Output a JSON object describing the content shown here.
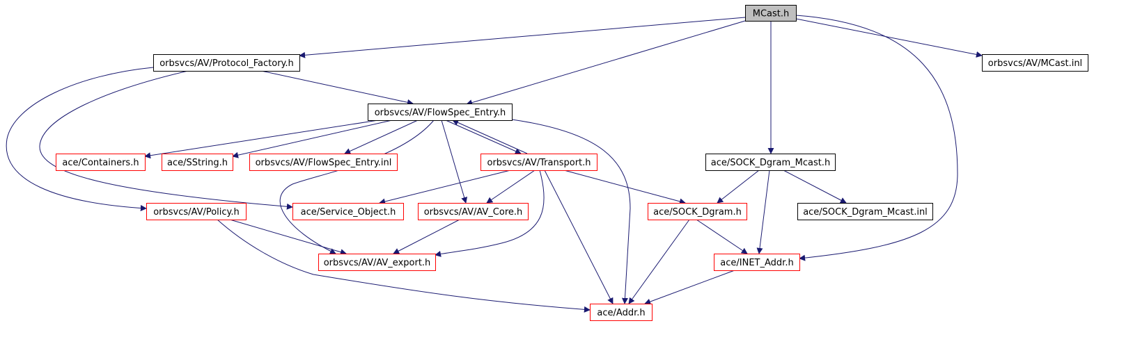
{
  "diagram": {
    "colors": {
      "edge": "#191970",
      "root_fill": "#bfbfbf",
      "root_border": "#000000",
      "plain_border": "#000000",
      "linked_border": "#ff0000",
      "text": "#000000",
      "background": "#ffffff"
    },
    "nodes": [
      {
        "id": "mcast_h",
        "label": "MCast.h",
        "kind": "root"
      },
      {
        "id": "protocol_factory_h",
        "label": "orbsvcs/AV/Protocol_Factory.h",
        "kind": "plain"
      },
      {
        "id": "mcast_inl",
        "label": "orbsvcs/AV/MCast.inl",
        "kind": "plain"
      },
      {
        "id": "flowspec_entry_h",
        "label": "orbsvcs/AV/FlowSpec_Entry.h",
        "kind": "plain"
      },
      {
        "id": "containers_h",
        "label": "ace/Containers.h",
        "kind": "linked"
      },
      {
        "id": "sstring_h",
        "label": "ace/SString.h",
        "kind": "linked"
      },
      {
        "id": "flowspec_entry_inl",
        "label": "orbsvcs/AV/FlowSpec_Entry.inl",
        "kind": "linked"
      },
      {
        "id": "transport_h",
        "label": "orbsvcs/AV/Transport.h",
        "kind": "linked"
      },
      {
        "id": "sock_dgram_mcast_h",
        "label": "ace/SOCK_Dgram_Mcast.h",
        "kind": "plain"
      },
      {
        "id": "policy_h",
        "label": "orbsvcs/AV/Policy.h",
        "kind": "linked"
      },
      {
        "id": "service_object_h",
        "label": "ace/Service_Object.h",
        "kind": "linked"
      },
      {
        "id": "av_core_h",
        "label": "orbsvcs/AV/AV_Core.h",
        "kind": "linked"
      },
      {
        "id": "sock_dgram_h",
        "label": "ace/SOCK_Dgram.h",
        "kind": "linked"
      },
      {
        "id": "sock_dgram_mcast_inl",
        "label": "ace/SOCK_Dgram_Mcast.inl",
        "kind": "plain"
      },
      {
        "id": "av_export_h",
        "label": "orbsvcs/AV/AV_export.h",
        "kind": "linked"
      },
      {
        "id": "inet_addr_h",
        "label": "ace/INET_Addr.h",
        "kind": "linked"
      },
      {
        "id": "addr_h",
        "label": "ace/Addr.h",
        "kind": "linked"
      }
    ],
    "edges": [
      {
        "from": "mcast_h",
        "to": "protocol_factory_h"
      },
      {
        "from": "mcast_h",
        "to": "flowspec_entry_h"
      },
      {
        "from": "mcast_h",
        "to": "sock_dgram_mcast_h"
      },
      {
        "from": "mcast_h",
        "to": "inet_addr_h"
      },
      {
        "from": "mcast_h",
        "to": "mcast_inl"
      },
      {
        "from": "protocol_factory_h",
        "to": "flowspec_entry_h"
      },
      {
        "from": "protocol_factory_h",
        "to": "policy_h"
      },
      {
        "from": "protocol_factory_h",
        "to": "service_object_h"
      },
      {
        "from": "flowspec_entry_h",
        "to": "containers_h"
      },
      {
        "from": "flowspec_entry_h",
        "to": "sstring_h"
      },
      {
        "from": "flowspec_entry_h",
        "to": "flowspec_entry_inl"
      },
      {
        "from": "flowspec_entry_h",
        "to": "transport_h"
      },
      {
        "from": "flowspec_entry_h",
        "to": "av_core_h"
      },
      {
        "from": "flowspec_entry_h",
        "to": "av_export_h"
      },
      {
        "from": "flowspec_entry_h",
        "to": "addr_h"
      },
      {
        "from": "transport_h",
        "to": "flowspec_entry_h"
      },
      {
        "from": "transport_h",
        "to": "service_object_h"
      },
      {
        "from": "transport_h",
        "to": "av_core_h"
      },
      {
        "from": "transport_h",
        "to": "sock_dgram_h"
      },
      {
        "from": "transport_h",
        "to": "av_export_h"
      },
      {
        "from": "transport_h",
        "to": "addr_h"
      },
      {
        "from": "sock_dgram_mcast_h",
        "to": "sock_dgram_h"
      },
      {
        "from": "sock_dgram_mcast_h",
        "to": "sock_dgram_mcast_inl"
      },
      {
        "from": "sock_dgram_mcast_h",
        "to": "inet_addr_h"
      },
      {
        "from": "policy_h",
        "to": "av_export_h"
      },
      {
        "from": "policy_h",
        "to": "addr_h"
      },
      {
        "from": "av_core_h",
        "to": "av_export_h"
      },
      {
        "from": "sock_dgram_h",
        "to": "inet_addr_h"
      },
      {
        "from": "sock_dgram_h",
        "to": "addr_h"
      },
      {
        "from": "inet_addr_h",
        "to": "addr_h"
      }
    ]
  }
}
